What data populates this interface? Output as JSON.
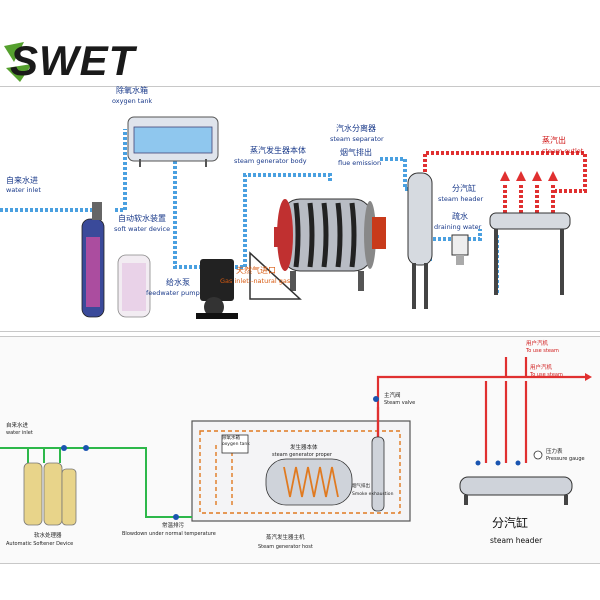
{
  "logo": {
    "text": "SWET",
    "colors": {
      "mark": "#55a02e",
      "text": "#1a1a1a"
    }
  },
  "top_diagram": {
    "oxygen_tank": {
      "cn": "除氧水箱",
      "en": "oxygen tank"
    },
    "tap_water_inlet": {
      "cn": "自来水进",
      "en": "water inlet"
    },
    "soft_water_device": {
      "cn": "自动软水装置",
      "en": "soft water device"
    },
    "feedwater_pump": {
      "cn": "给水泵",
      "en": "feedwater pump"
    },
    "natural_gas_inlet": {
      "cn": "天然气进口",
      "en": "Gas inlet--natural gas"
    },
    "steam_generator_body": {
      "cn": "蒸汽发生器本体",
      "en": "steam generator body"
    },
    "flue_emission": {
      "cn": "烟气排出",
      "en": "flue emission"
    },
    "steam_separator": {
      "cn": "汽水分离器",
      "en": "steam separator"
    },
    "steam_outlet": {
      "cn": "蒸汽出",
      "en": "steam outlet"
    },
    "steam_header": {
      "cn": "分汽缸",
      "en": "steam header"
    },
    "draining_water": {
      "cn": "疏水",
      "en": "draining water"
    }
  },
  "bottom_diagram": {
    "tap_water_inlet": {
      "cn": "自来水进",
      "en": "water inlet"
    },
    "softener": {
      "cn": "软水处理器",
      "en": "Automatic Softener Device"
    },
    "blowdown": {
      "cn": "常温排污",
      "en": "Blowdown under normal temperature"
    },
    "host": {
      "cn": "蒸汽发生器主机",
      "en": "Steam generator host"
    },
    "oxygen_tank": {
      "cn": "除氧水箱",
      "en": "oxygen tank"
    },
    "generator_proper": {
      "cn": "发生器本体",
      "en": "steam generator proper"
    },
    "smoke_exhaustion": {
      "cn": "烟气排出",
      "en": "Smoke exhaustion"
    },
    "steam_valve": {
      "cn": "主汽阀",
      "en": "Steam valve"
    },
    "use_steam_1": {
      "cn": "用户汽机",
      "en": "To use steam"
    },
    "use_steam_2": {
      "cn": "用户汽机",
      "en": "To use steam"
    },
    "pressure_gauge": {
      "cn": "压力表",
      "en": "Pressure gauge"
    },
    "steam_header": {
      "cn": "分汽缸",
      "en": "steam header"
    }
  },
  "colors": {
    "water_line": "#3a8fd6",
    "steam_line": "#e03030",
    "green_line": "#2db84a",
    "orange_line": "#e07a20",
    "label_blue": "#1a3a8a"
  }
}
